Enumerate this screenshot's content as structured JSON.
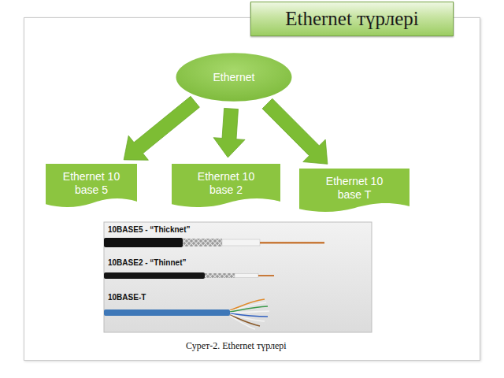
{
  "diagram": {
    "title": "Ethernet түрлері",
    "caption": "Сурет-2. Ethernet түрлері",
    "nodes": [
      {
        "text": [
          "Ethernet"
        ]
      },
      {
        "text": [
          "Ethernet 10 base 5"
        ]
      },
      {
        "text": [
          "Ethernet 10 base 2"
        ]
      },
      {
        "text": [
          "Ethernet 10 base T"
        ]
      }
    ],
    "edges": [
      {
        "from": 0,
        "to": 1,
        "arrow": "to"
      },
      {
        "from": 0,
        "to": 2,
        "arrow": "to"
      },
      {
        "from": 0,
        "to": 3,
        "arrow": "to"
      }
    ],
    "labels": [
      "10BASE5 - “Thicknet”",
      "10BASE2 - “Thinnet”",
      "10BASE-T"
    ]
  }
}
